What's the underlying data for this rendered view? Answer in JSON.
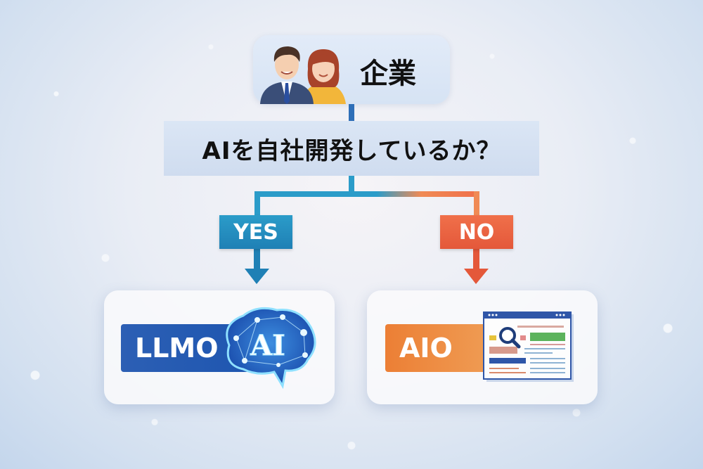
{
  "diagram": {
    "root": {
      "label": "企業",
      "icon": "business-people-icon"
    },
    "question": {
      "label": "AIを自社開発しているか？"
    },
    "branches": [
      {
        "condition": "YES",
        "color": "#1f80b5",
        "result": {
          "label": "LLMO",
          "icon": "ai-brain-icon",
          "icon_text": "AI",
          "color": "#1e56b0"
        }
      },
      {
        "condition": "NO",
        "color": "#e4583a",
        "result": {
          "label": "AIO",
          "icon": "search-results-page-icon",
          "color": "#ec7f35"
        }
      }
    ]
  }
}
